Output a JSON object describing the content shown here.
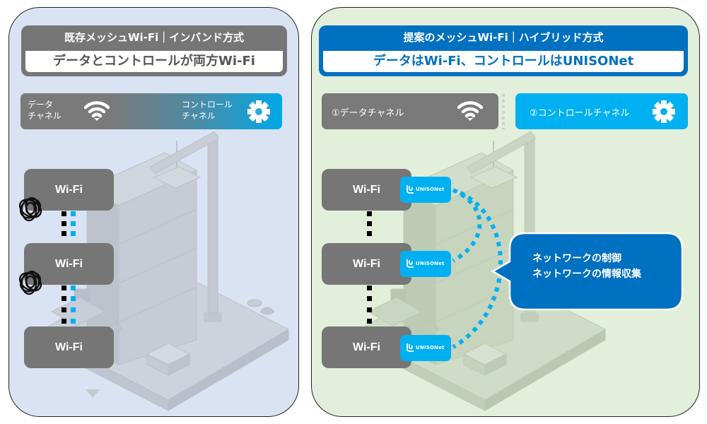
{
  "left_panel": {
    "title": "既存メッシュWi-Fi｜インバンド方式",
    "subtitle": "データとコントロールが両方Wi-Fi",
    "channel_bar": {
      "data_label_line1": "データ",
      "data_label_line2": "チャネル",
      "control_label_line1": "コントロール",
      "control_label_line2": "チャネル",
      "data_icon": "wifi-icon",
      "control_icon": "gear-icon"
    },
    "nodes": [
      {
        "label": "Wi-Fi",
        "interference": true
      },
      {
        "label": "Wi-Fi",
        "interference": true
      },
      {
        "label": "Wi-Fi",
        "interference": false
      }
    ],
    "link_colors": {
      "data": "#000000",
      "control": "#00b0f0"
    },
    "background_color": "#dae3f3"
  },
  "right_panel": {
    "title": "提案のメッシュWi-Fi｜ハイブリッド方式",
    "subtitle": "データはWi-Fi、コントロールはUNISONet",
    "data_channel_label": "①データチャネル",
    "control_channel_label": "②コントロールチャネル",
    "nodes": [
      {
        "label": "Wi-Fi",
        "badge": "UNISONet"
      },
      {
        "label": "Wi-Fi",
        "badge": "UNISONet"
      },
      {
        "label": "Wi-Fi",
        "badge": "UNISONet"
      }
    ],
    "callout": {
      "line1": "ネットワークの制御",
      "line2": "ネットワークの情報収集"
    },
    "accent_color": "#0070c0",
    "control_color": "#00b0f0",
    "background_color": "#e2efda"
  }
}
